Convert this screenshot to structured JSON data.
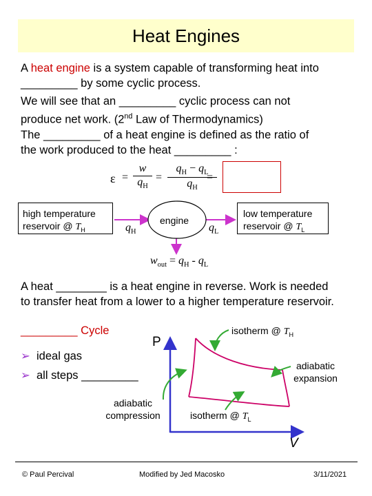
{
  "title": "Heat Engines",
  "para1": {
    "pre": "A ",
    "highlight": "heat engine",
    "post": " is a system capable of transforming heat into",
    "line2": "_________ by some cyclic process."
  },
  "para2": {
    "line1": "We will see that an _________ cyclic process can not",
    "line2_pre": "produce net work. (2",
    "sup": "nd",
    "line2_post": " Law of Thermodynamics)"
  },
  "para3": {
    "line1": "The _________ of a heat engine is defined as the ratio of",
    "line2": "the work produced to the heat _________ :"
  },
  "equation": {
    "epsilon": "ε",
    "eq1": "=",
    "w": "w",
    "qH": "q",
    "sub_H": "H",
    "qH_minus_qL": "q",
    "minus": "−",
    "eq2": "="
  },
  "engine_diagram": {
    "high_reservoir_line1": "high temperature",
    "high_reservoir_line2": "reservoir @ ",
    "T": "T",
    "sub_H": "H",
    "low_reservoir_line1": "low temperature",
    "low_reservoir_line2": "reservoir @ ",
    "sub_L": "L",
    "engine_label": "engine",
    "qH_label": "q",
    "qL_label": "q",
    "wout_w": "w",
    "wout_sub": "out",
    "wout_eq": " = ",
    "wout_minus": " - "
  },
  "para4": {
    "line1": "A heat ________ is a heat engine in reverse.  Work is needed",
    "line2": "to transfer heat from a lower to a higher temperature reservoir."
  },
  "cycle": {
    "title": "_________ Cycle",
    "bullets": [
      "ideal gas",
      "all steps _________"
    ]
  },
  "pv_diagram": {
    "p_axis": "P",
    "v_axis": "V",
    "isotherm_top": "isotherm @ ",
    "isotherm_bottom": "isotherm @ ",
    "T": "T",
    "sub_H": "H",
    "sub_L": "L",
    "adiabatic_expansion_line1": "adiabatic",
    "adiabatic_expansion_line2": "expansion",
    "adiabatic_compression_line1": "adiabatic",
    "adiabatic_compression_line2": "compression"
  },
  "footer": {
    "left": "© Paul Percival",
    "center": "Modified by Jed Macosko",
    "right": "3/11/2021"
  },
  "colors": {
    "accent_red": "#cc0000",
    "title_bg": "#ffffcc",
    "arrow_magenta": "#cc33cc",
    "arrow_green": "#33aa33",
    "curve": "#cc0066",
    "axis_blue": "#3333cc"
  }
}
